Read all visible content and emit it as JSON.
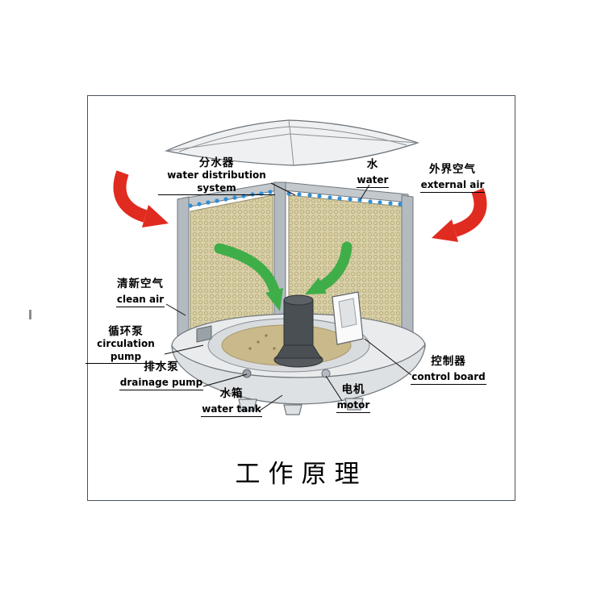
{
  "title": "工作原理",
  "labels": {
    "water_distribution": {
      "zh": "分水器",
      "en": "water distribution system"
    },
    "water": {
      "zh": "水",
      "en": "water"
    },
    "external_air": {
      "zh": "外界空气",
      "en": "external air"
    },
    "clean_air": {
      "zh": "清新空气",
      "en": "clean air"
    },
    "circulation_pump": {
      "zh": "循环泵",
      "en": "circulation pump"
    },
    "drainage_pump": {
      "zh": "排水泵",
      "en": "drainage pump"
    },
    "water_tank": {
      "zh": "水箱",
      "en": "water tank"
    },
    "motor": {
      "zh": "电机",
      "en": "motor"
    },
    "control_board": {
      "zh": "控制器",
      "en": "control board"
    }
  },
  "colors": {
    "arrow_red": "#e02b20",
    "arrow_green": "#3fae49",
    "pad": "#d9d0a7",
    "water_drop": "#2e8fd8",
    "frame": "#c3c9cd"
  }
}
